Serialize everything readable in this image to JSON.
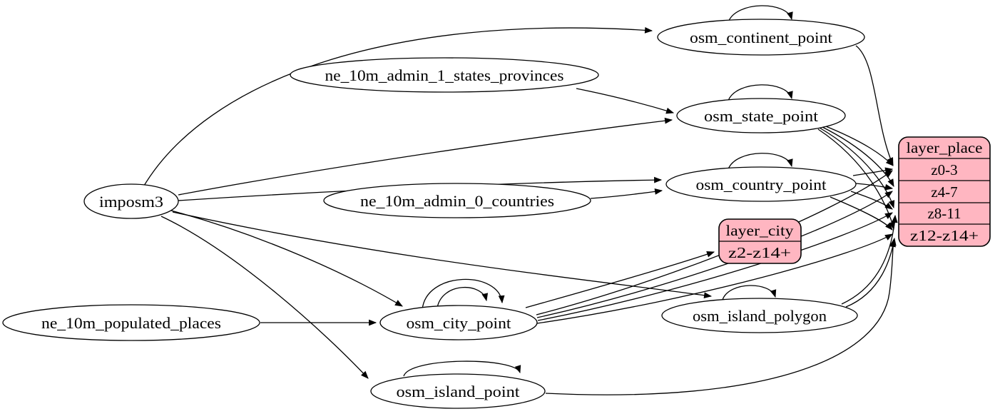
{
  "colors": {
    "background": "#ffffff",
    "node_fill": "#ffffff",
    "record_fill": "#ffb6c1",
    "stroke": "#000000"
  },
  "nodes": {
    "imposm3": "imposm3",
    "ne_10m_admin_1_states_provinces": "ne_10m_admin_1_states_provinces",
    "ne_10m_admin_0_countries": "ne_10m_admin_0_countries",
    "ne_10m_populated_places": "ne_10m_populated_places",
    "osm_continent_point": "osm_continent_point",
    "osm_state_point": "osm_state_point",
    "osm_country_point": "osm_country_point",
    "osm_city_point": "osm_city_point",
    "osm_island_polygon": "osm_island_polygon",
    "osm_island_point": "osm_island_point"
  },
  "layer_place": {
    "title": "layer_place",
    "rows": [
      "z0-3",
      "z4-7",
      "z8-11",
      "z12-z14+"
    ]
  },
  "layer_city": {
    "title": "layer_city",
    "rows": [
      "z2-z14+"
    ]
  },
  "edges": [
    {
      "from": "imposm3",
      "to": "osm_continent_point"
    },
    {
      "from": "imposm3",
      "to": "osm_state_point"
    },
    {
      "from": "imposm3",
      "to": "osm_country_point"
    },
    {
      "from": "imposm3",
      "to": "osm_city_point"
    },
    {
      "from": "imposm3",
      "to": "osm_island_polygon"
    },
    {
      "from": "imposm3",
      "to": "osm_island_point"
    },
    {
      "from": "ne_10m_admin_1_states_provinces",
      "to": "osm_state_point"
    },
    {
      "from": "ne_10m_admin_0_countries",
      "to": "osm_country_point"
    },
    {
      "from": "ne_10m_populated_places",
      "to": "osm_city_point"
    },
    {
      "from": "osm_continent_point",
      "to": "osm_continent_point"
    },
    {
      "from": "osm_state_point",
      "to": "osm_state_point"
    },
    {
      "from": "osm_country_point",
      "to": "osm_country_point"
    },
    {
      "from": "osm_city_point",
      "to": "osm_city_point"
    },
    {
      "from": "osm_city_point",
      "to": "osm_city_point"
    },
    {
      "from": "osm_island_polygon",
      "to": "osm_island_polygon"
    },
    {
      "from": "osm_island_point",
      "to": "osm_island_point"
    },
    {
      "from": "osm_continent_point",
      "to": "layer_place:z0-3"
    },
    {
      "from": "osm_state_point",
      "to": "layer_place:z0-3"
    },
    {
      "from": "osm_state_point",
      "to": "layer_place:z4-7"
    },
    {
      "from": "osm_state_point",
      "to": "layer_place:z8-11"
    },
    {
      "from": "osm_state_point",
      "to": "layer_place:z12-z14+"
    },
    {
      "from": "osm_country_point",
      "to": "layer_place:z0-3"
    },
    {
      "from": "osm_country_point",
      "to": "layer_place:z4-7"
    },
    {
      "from": "osm_country_point",
      "to": "layer_place:z8-11"
    },
    {
      "from": "osm_country_point",
      "to": "layer_place:z12-z14+"
    },
    {
      "from": "osm_city_point",
      "to": "layer_place:z0-3"
    },
    {
      "from": "osm_city_point",
      "to": "layer_place:z4-7"
    },
    {
      "from": "osm_city_point",
      "to": "layer_place:z8-11"
    },
    {
      "from": "osm_city_point",
      "to": "layer_place:z12-z14+"
    },
    {
      "from": "osm_city_point",
      "to": "layer_city:z2-z14+"
    },
    {
      "from": "osm_island_polygon",
      "to": "layer_place:z8-11"
    },
    {
      "from": "osm_island_polygon",
      "to": "layer_place:z12-z14+"
    },
    {
      "from": "osm_island_point",
      "to": "layer_place:z12-z14+"
    }
  ]
}
